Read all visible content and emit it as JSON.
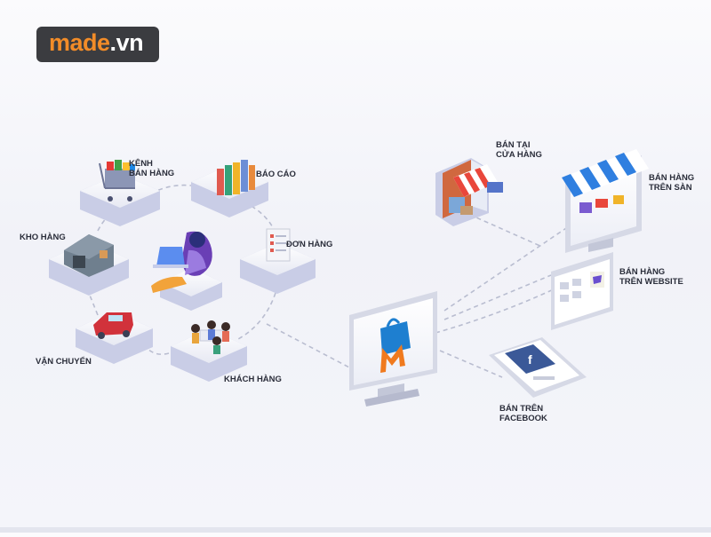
{
  "logo": {
    "word": "made",
    "dot": ".",
    "tld": "vn",
    "colors": {
      "accent": "#f28c28",
      "background": "#3b3c40",
      "text": "#ffffff"
    }
  },
  "nodes": {
    "kenh_ban_hang": {
      "line1": "KÊNH",
      "line2": "BÁN HÀNG"
    },
    "bao_cao": {
      "line1": "BÁO CÁO"
    },
    "kho_hang": {
      "line1": "KHO HÀNG"
    },
    "don_hang": {
      "line1": "ĐƠN HÀNG"
    },
    "van_chuyen": {
      "line1": "VẬN CHUYỂN"
    },
    "khach_hang": {
      "line1": "KHÁCH HÀNG"
    }
  },
  "channels": {
    "ban_tai_cua_hang": {
      "line1": "BÁN TẠI",
      "line2": "CỬA HÀNG"
    },
    "ban_hang_tren_san": {
      "line1": "BÁN HÀNG",
      "line2": "TRÊN SÀN"
    },
    "ban_hang_tren_website": {
      "line1": "BÁN HÀNG",
      "line2": "TRÊN WEBSITE"
    },
    "ban_tren_facebook": {
      "line1": "BÁN TRÊN",
      "line2": "FACEBOOK"
    }
  },
  "colors": {
    "platform": "#eef0f7",
    "platform_side": "#c9cde6",
    "connector": "#b9bdd0",
    "brand_blue": "#1e7fd0",
    "brand_orange": "#f07a1e",
    "facebook": "#3b5998",
    "awning_red": "#e9473b",
    "awning_blue": "#2f7fe0"
  },
  "icons": [
    "shopping-cart-icon",
    "books-icon",
    "warehouse-icon",
    "order-list-icon",
    "truck-icon",
    "customers-icon",
    "laptop-user-icon",
    "storefront-icon",
    "marketplace-monitor-icon",
    "website-window-icon",
    "facebook-phone-icon",
    "central-monitor-icon",
    "shopping-bag-m-icon"
  ]
}
